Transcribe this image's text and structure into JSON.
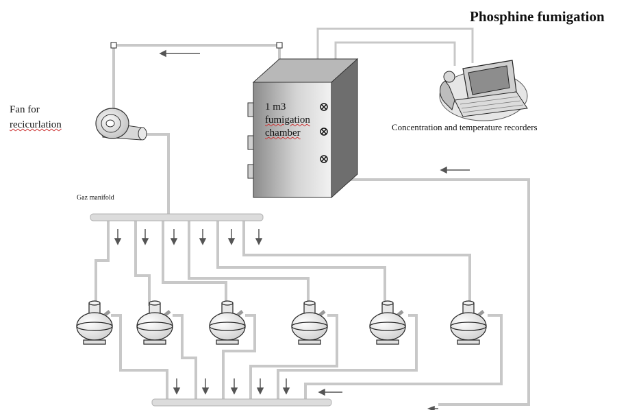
{
  "title": "Phosphine fumigation",
  "labels": {
    "fan": [
      "Fan for",
      "recicurlation"
    ],
    "chamber": [
      "1 m3",
      "fumigation",
      "chamber"
    ],
    "manifold": "Gaz manifold",
    "recorders": "Concentration and temperature recorders"
  },
  "components": {
    "chamber": "fumigation-chamber",
    "fan": "recirculation-fan",
    "computer": "recorder-computer-icon",
    "flasks": [
      "flask-1",
      "flask-2",
      "flask-3",
      "flask-4",
      "flask-5",
      "flask-6"
    ]
  },
  "colors": {
    "pipe": "#c8c8c8",
    "arrow": "#555555",
    "chamber_front": "#9a9a9a",
    "chamber_side": "#6e6e6e",
    "chamber_top": "#b8b8b8",
    "text": "#111111"
  }
}
